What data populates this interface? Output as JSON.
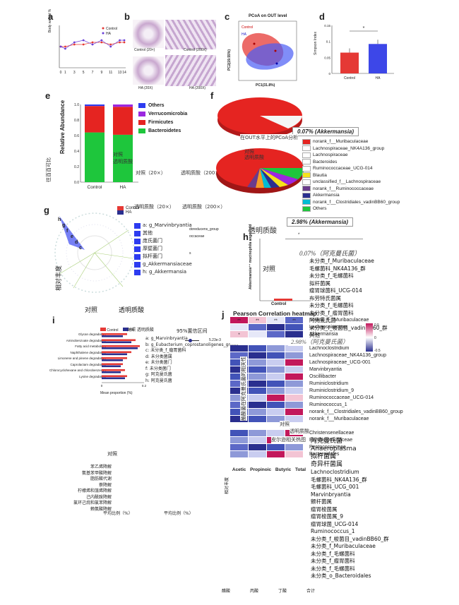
{
  "panels": {
    "a": {
      "label": "a",
      "ylabel": "Body weight %",
      "xticks": [
        "0",
        "1",
        "3",
        "5",
        "7",
        "9",
        "11",
        "13",
        "14"
      ],
      "legend": [
        "Control",
        "HA"
      ]
    },
    "b": {
      "label": "b",
      "captions": [
        "Control (20×)",
        "Control (200X)",
        "HA (20X)",
        "HA (200X)"
      ]
    },
    "c": {
      "label": "c",
      "title": "PCoA on OUT level",
      "xlabel": "PC1(31.8%)",
      "ylabel": "PC2(19.55%)",
      "legend": [
        "Control",
        "HA"
      ]
    },
    "d": {
      "label": "d",
      "ylabel": "Simpson Index",
      "star": "*",
      "categories": [
        "Control",
        "HA"
      ]
    },
    "e": {
      "label": "e",
      "ylabel": "Relative Abundance",
      "ylabel_cn": "往百百可比",
      "legend": [
        "Others",
        "Verrucomicrobia",
        "Firmicutes",
        "Bacteroidetes"
      ],
      "overlay": [
        "对照",
        "透明质酸"
      ],
      "ghost1": "对照（20×）",
      "ghost2": "透明质酸（200×）"
    },
    "f": {
      "label": "f",
      "callout1": "0.07% (Akkermansia)",
      "callout2": "2.98% (Akkermansia)",
      "overlay_cn": "在OUT水平上的PCoA分析",
      "dup_labels": [
        "对照",
        "透明质酸"
      ],
      "taxa": [
        "norank_f__Muribaculaceae",
        "Lachnospiraceae_NK4A136_group",
        "Lachnospiraceae",
        "Bacteroides",
        "Ruminococcaceae_UCG-014",
        "Blautia",
        "unclassified_f__Lachnospiraceae",
        "norank_f__Ruminococcaceae",
        "Akkermansia",
        "norank_f__Clostridiales_vadinBB60_group",
        "Others"
      ],
      "ghost1": "透明质酸（20×）",
      "ghost2": "透明质酸（200×）",
      "toumingzhi": "透明质酸"
    },
    "g": {
      "label": "g",
      "legend": [
        "Control",
        "HA"
      ],
      "items": [
        "a: g_Marvinbryantia",
        "其他",
        "庞氏菌门",
        "厚壁菌门",
        "拟杆菌门",
        "g_Akkermansiaceae",
        "h: g_Akkermansia"
      ],
      "extra": [
        "doreducens_group",
        "occaceae",
        "s"
      ],
      "ylabel": "相对丰度",
      "cn_bottom": [
        "对照",
        "透明质酸"
      ],
      "clade_letters": [
        "h",
        "g",
        "f",
        "e",
        "d",
        "c"
      ]
    },
    "h": {
      "label": "h",
      "ylabel": "Akkermansia⁺⁺ mucinophila\nange\nFold",
      "star": "*",
      "category": "Control",
      "note1": "0.07%（阿克曼氏菌）",
      "note2": "2.98%（阿克曼氏菌）",
      "duizhao": "对照"
    },
    "i": {
      "label": "i",
      "legend": [
        "Control",
        "HA"
      ],
      "legend_cn": "对照 透明质酸",
      "pathways": [
        "Glycan degradation",
        "Aminobenzoate degradation",
        "Fatty acid metabolism",
        "Naphthalene degradation",
        "Limonene and pinene degradation",
        "Caprolactam degradation",
        "Chlorocyclohexane and chlorobenzene degradation",
        "Lysine degradation"
      ],
      "xlabel": "Mean proportion (%)",
      "xticks": [
        "0",
        "0.2"
      ],
      "ci": "95%置信区间",
      "pval": "5.23e-3",
      "right_items": [
        "a: g_Marvinbryantia",
        "b: g_Eubacterium_coprostanoligenes_group",
        "c: 未分类_f_瘤胃菌科",
        "d: 未分类菌属",
        "e: 未分类菌门",
        "f: 未分类菌门",
        "g: 阿克曼氏菌",
        "h: 阿克曼氏菌"
      ],
      "cn_pathways": [
        "苯乙烯降解",
        "氨基苯甲酸降解",
        "脂肪酸代谢",
        "萘降解",
        "柠檬烯和蒎烯降解",
        "己内酰胺降解",
        "氯环己烷和氯苯降解",
        "赖氨酸降解"
      ],
      "cn_top": "对照",
      "cn_xlabel": "平均比例（%）",
      "cn_xlabel2": "平均比例（%）"
    },
    "j": {
      "label": "j",
      "title": "Pearson Correlation heatmap",
      "columns": [
        "Acetic",
        "Propinoic",
        "Butyric",
        "Total"
      ],
      "rows": [
        "norank_f__Muribaculaceae",
        "Lachnospiraceae",
        "Akkermansia",
        "",
        "Lachnoclostridium",
        "Lachnospiraceae_NK4A136_group",
        "Lachnospiraceae_UCG-001",
        "Marvinbryantia",
        "Oscillibacter",
        "Ruminiclostridium",
        "Ruminiclostridium_9",
        "Ruminococcaceae_UCG-014",
        "Ruminococcus_1",
        "norank_f__Clostridiales_vadinBB60_group",
        "norank_f__Muribaculaceae",
        "",
        "Christensenellaceae",
        "Erysipelotrichaceae",
        "Peptococcaceae",
        "Bacteroidales"
      ],
      "scale": [
        "0.5",
        "0",
        "-0.5"
      ],
      "note": "2.98%（阿克曼氏菌）",
      "vertical_cn": "酪酸菌在阿克曼氏菌的相关性",
      "ylabel_side": "相对丰度",
      "overlay_cn": [
        "对照",
        "透明质酸",
        "皮尔逊相关热图"
      ],
      "stars": [
        "**",
        "**",
        "**",
        "**",
        "*"
      ],
      "row_cn": [
        "阿克曼氏菌",
        "Anaeroplasma",
        "拟杆菌属",
        "奇异杆菌属"
      ],
      "xlabel_cn": [
        "醋酸",
        "丙酸",
        "丁酸",
        "合计"
      ]
    },
    "cn_list": [
      "未分类_f_Muribaculaceae",
      "毛螺菌科_NK4A136_群",
      "未分类_f_毛螺菌科",
      "拟杆菌属",
      "瘤胃球菌科_UCG-014",
      "布劳特氏菌属",
      "未分类_f_毛螺菌科",
      "未分类_f_瘤胃菌科",
      "阿克曼氏菌",
      "未分类_f_梭菌目_vadinBB60_群",
      "其他"
    ],
    "cn_list2": [
      "Lachnoclostridium",
      "毛螺菌科_NK4A136_群",
      "毛螺菌科_UCG_001",
      "Marvinbryantia",
      "颤杆菌属",
      "瘤胃梭菌属",
      "瘤胃梭菌属_9",
      "瘤胃球菌_UCG-014",
      "Ruminococcus_1",
      "未分类_f_梭菌目_vadinBB60_群",
      "未分类_f_Muribaculaceae",
      "未分类_f_毛螺菌科",
      "未分类_f_瘤胃菌科",
      "未分类_f_毛螺菌科",
      "未分类_o_Bacteroidales"
    ]
  },
  "chart_data": [
    {
      "type": "line",
      "title": "",
      "xlabel": "",
      "ylabel": "Body weight %",
      "x": [
        0,
        1,
        3,
        5,
        7,
        9,
        11,
        13,
        14
      ],
      "series": [
        {
          "name": "Control",
          "values": [
            100,
            100,
            101,
            101,
            102,
            102,
            101,
            102,
            102
          ]
        },
        {
          "name": "HA",
          "values": [
            100,
            99,
            102,
            103,
            101,
            103,
            100,
            103,
            103
          ]
        }
      ]
    },
    {
      "type": "bar",
      "title": "",
      "ylabel": "Simpson Index",
      "categories": [
        "Control",
        "HA"
      ],
      "values": [
        0.065,
        0.092
      ],
      "ylim": [
        0,
        0.15
      ]
    },
    {
      "type": "bar",
      "title": "",
      "ylabel": "Relative Abundance",
      "categories": [
        "Control",
        "HA"
      ],
      "series": [
        {
          "name": "Bacteroidetes",
          "values": [
            0.64,
            0.61
          ]
        },
        {
          "name": "Firmicutes",
          "values": [
            0.34,
            0.36
          ]
        },
        {
          "name": "Verrucomicrobia",
          "values": [
            0.001,
            0.03
          ]
        },
        {
          "name": "Others",
          "values": [
            0.019,
            0.0
          ]
        }
      ],
      "ylim": [
        0,
        1
      ]
    },
    {
      "type": "bar",
      "title": "",
      "xlabel": "Mean proportion (%)",
      "categories": [
        "Glycan degradation",
        "Aminobenzoate degradation",
        "Fatty acid metabolism",
        "Naphthalene degradation",
        "Limonene and pinene degradation",
        "Caprolactam degradation",
        "Chlorocyclohexane and chlorobenzene degradation",
        "Lysine degradation"
      ],
      "series": [
        {
          "name": "Control",
          "values": [
            0.12,
            0.16,
            0.18,
            0.14,
            0.12,
            0.1,
            0.11,
            0.12
          ]
        },
        {
          "name": "HA",
          "values": [
            0.1,
            0.14,
            0.17,
            0.12,
            0.1,
            0.09,
            0.09,
            0.11
          ]
        }
      ]
    }
  ],
  "colors": {
    "red": "#e53935",
    "blue": "#2d3cf0",
    "green": "#1ec63c",
    "purple": "#9c27e0",
    "navy": "#2a2f8f"
  }
}
